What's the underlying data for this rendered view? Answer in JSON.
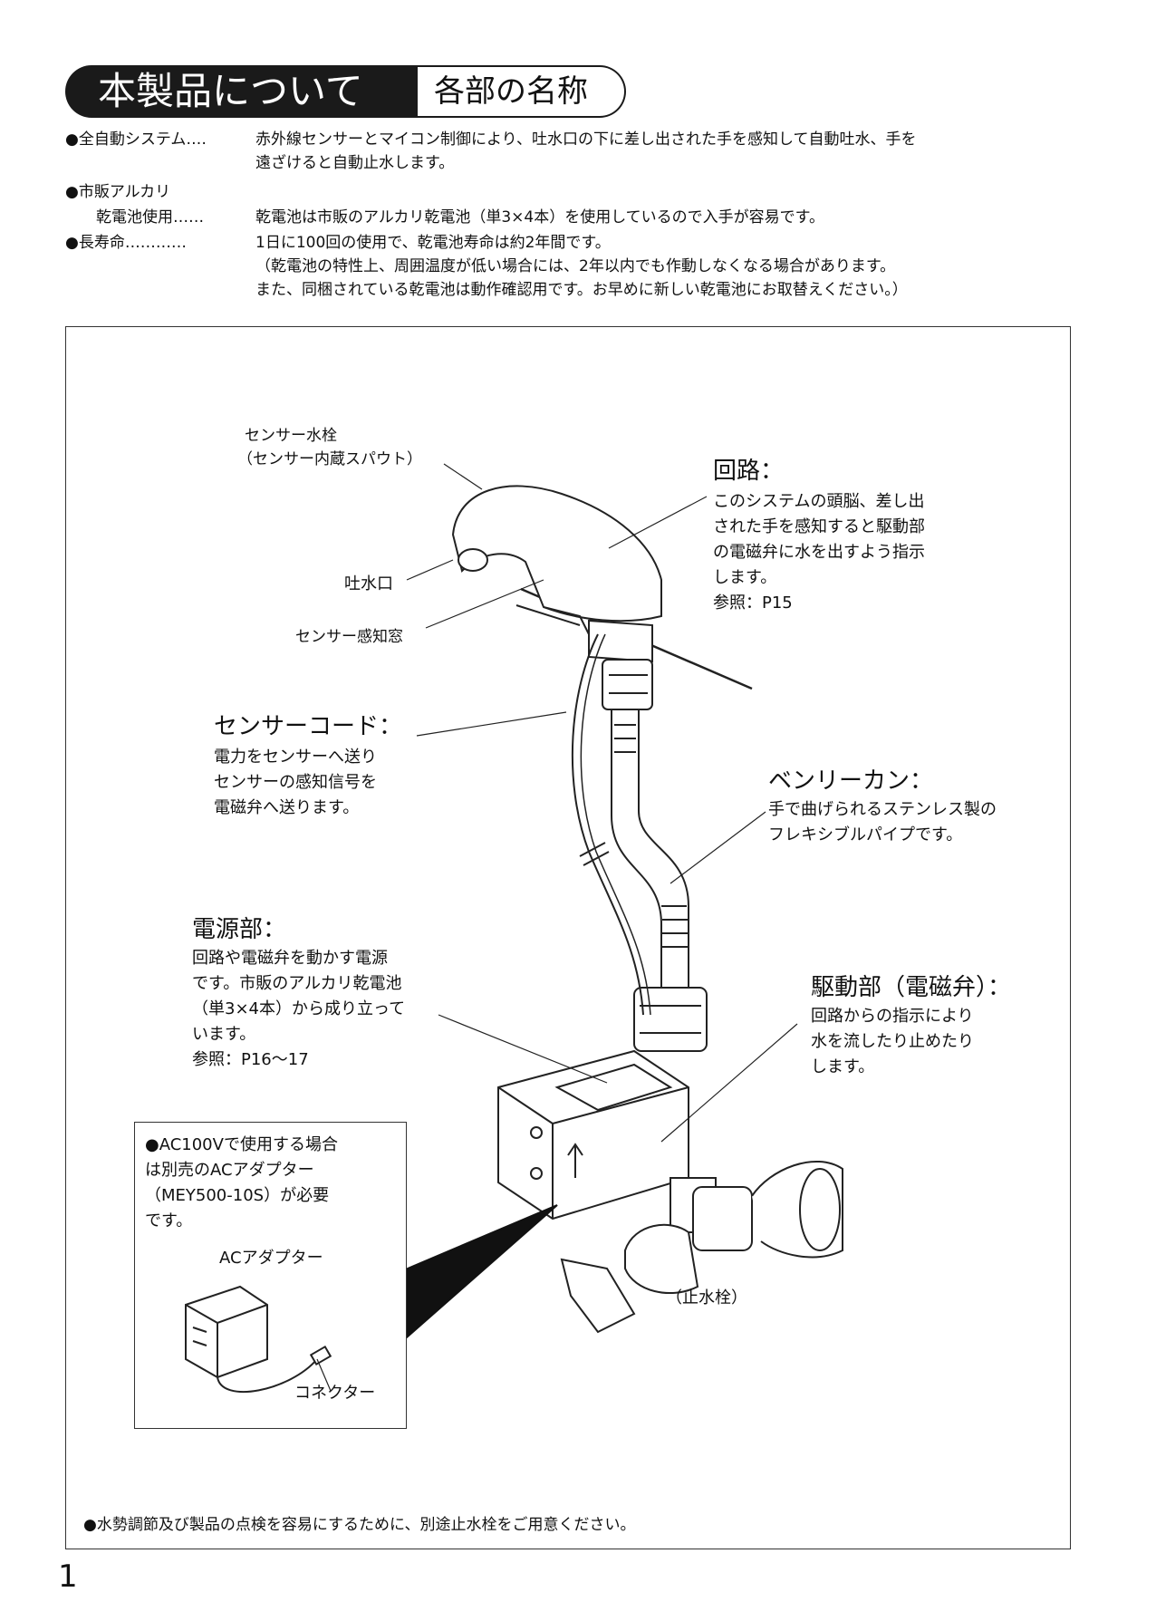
{
  "header": {
    "title": "本製品について",
    "subtitle": "各部の名称"
  },
  "features": [
    {
      "label": "●全自動システム‥‥",
      "lines": [
        "赤外線センサーとマイコン制御により、吐水口の下に差し出された手を感知して自動吐水、手を",
        "遠ざけると自動止水します。"
      ]
    },
    {
      "label": "●市販アルカリ",
      "lines": []
    },
    {
      "label": "乾電池使用‥‥‥",
      "lines": [
        "乾電池は市販のアルカリ乾電池（単3×4本）を使用しているので入手が容易です。"
      ]
    },
    {
      "label": "●長寿命‥‥‥‥‥‥",
      "lines": [
        "1日に100回の使用で、乾電池寿命は約2年間です。",
        "（乾電池の特性上、周囲温度が低い場合には、2年以内でも作動しなくなる場合があります。",
        "また、同梱されている乾電池は動作確認用です。お早めに新しい乾電池にお取替えください。）"
      ]
    }
  ],
  "diagram": {
    "sensor_faucet": [
      "センサー水栓",
      "（センサー内蔵スパウト）"
    ],
    "spout": "吐水口",
    "sensor_window": "センサー感知窓",
    "circuit": {
      "title": "回路：",
      "lines": [
        "このシステムの頭脳、差し出",
        "された手を感知すると駆動部",
        "の電磁弁に水を出すよう指示",
        "します。",
        "参照：P15"
      ]
    },
    "sensor_cord": {
      "title": "センサーコード：",
      "lines": [
        "電力をセンサーへ送り",
        "センサーの感知信号を",
        "電磁弁へ送ります。"
      ]
    },
    "flex_pipe": {
      "title": "ベンリーカン：",
      "lines": [
        "手で曲げられるステンレス製の",
        "フレキシブルパイプです。"
      ]
    },
    "power": {
      "title": "電源部：",
      "lines": [
        "回路や電磁弁を動かす電源",
        "です。市販のアルカリ乾電池",
        "（単3×4本）から成り立って",
        "います。",
        "参照：P16〜17"
      ]
    },
    "drive": {
      "title": "駆動部（電磁弁）：",
      "lines": [
        "回路からの指示により",
        "水を流したり止めたり",
        "します。"
      ]
    },
    "inset": {
      "lines": [
        "●AC100Vで使用する場合",
        "は別売のACアダプター",
        "（MEY500-10S）が必要",
        "です。"
      ],
      "adapter": "ACアダプター",
      "connector": "コネクター"
    },
    "stop_valve": "（止水栓）"
  },
  "footnote": "●水勢調節及び製品の点検を容易にするために、別途止水栓をご用意ください。",
  "page_number": "1"
}
